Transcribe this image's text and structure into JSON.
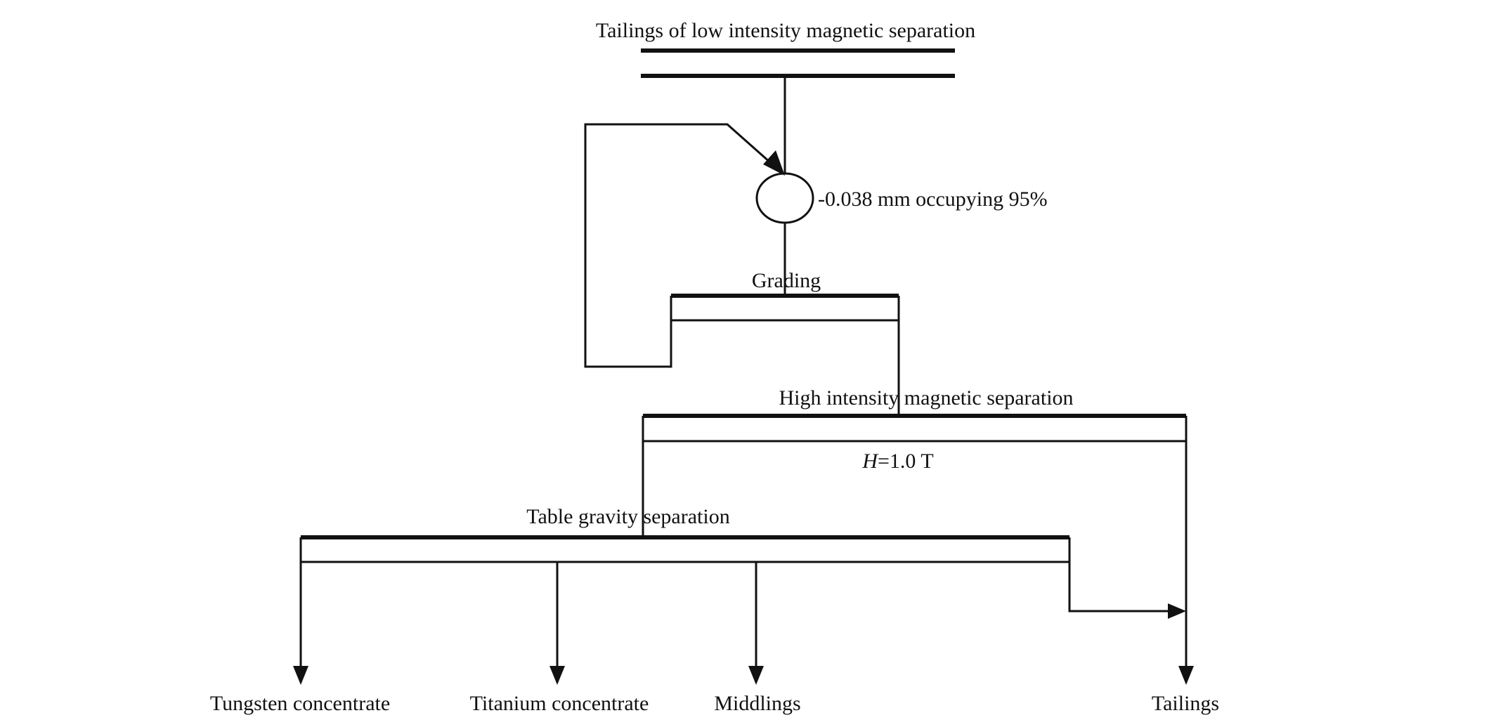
{
  "diagram": {
    "feed_label": "Tailings of low intensity magnetic separation",
    "grinding_note": "-0.038 mm occupying 95%",
    "grading_label": "Grading",
    "high_intensity_label": "High intensity magnetic separation",
    "field_var": "H",
    "field_value": "=1.0 T",
    "table_label": "Table gravity separation",
    "products": {
      "tungsten": "Tungsten concentrate",
      "titanium": "Titanium concentrate",
      "middlings": "Middlings",
      "tailings": "Tailings"
    }
  }
}
